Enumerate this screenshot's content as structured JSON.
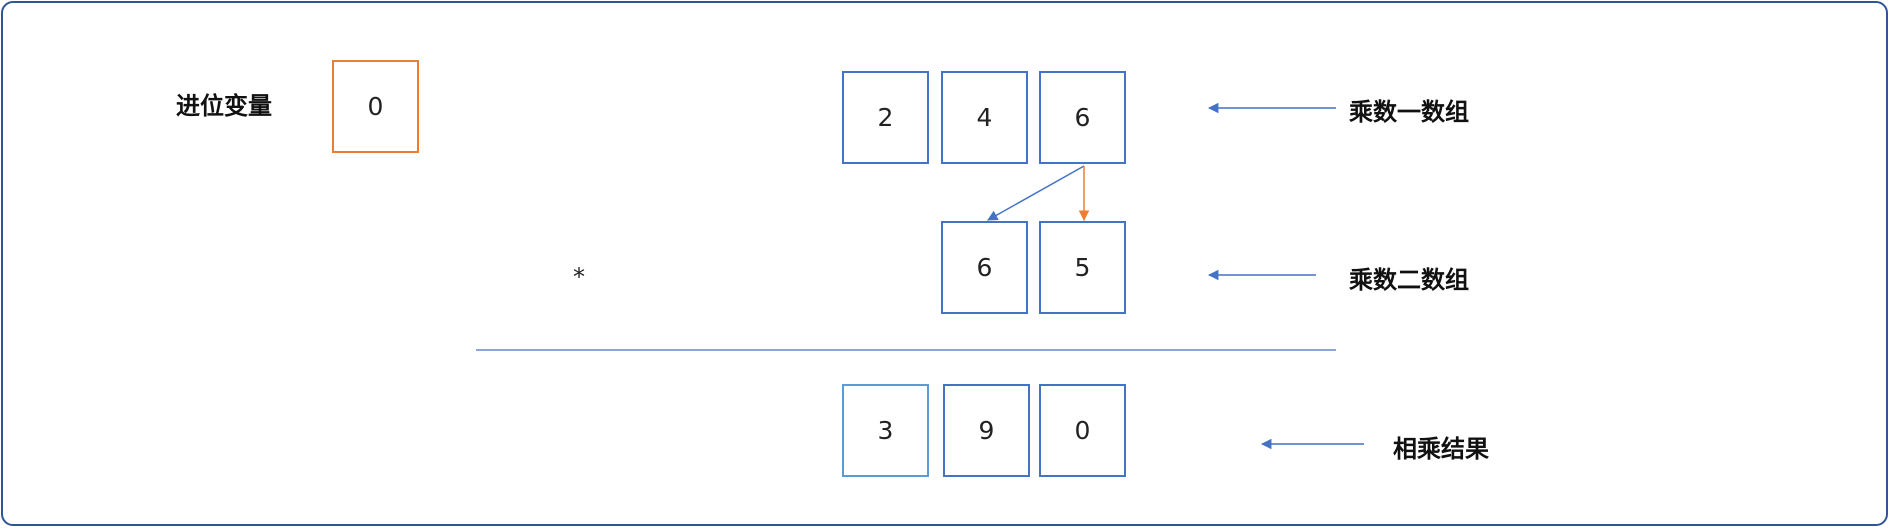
{
  "carry": {
    "label": "进位变量",
    "value": "0"
  },
  "multiplier1": {
    "digits": [
      "2",
      "4",
      "6"
    ],
    "label": "乘数一数组"
  },
  "multiplier2": {
    "digits": [
      "6",
      "5"
    ],
    "label": "乘数二数组"
  },
  "operator": "*",
  "result": {
    "digits": [
      "3",
      "9",
      "0"
    ],
    "label": "相乘结果"
  },
  "colors": {
    "frame": "#2f5597",
    "cell_border": "#4472c4",
    "carry_border": "#ed7d31",
    "arrow_blue": "#4472c4",
    "arrow_orange": "#ed7d31"
  }
}
